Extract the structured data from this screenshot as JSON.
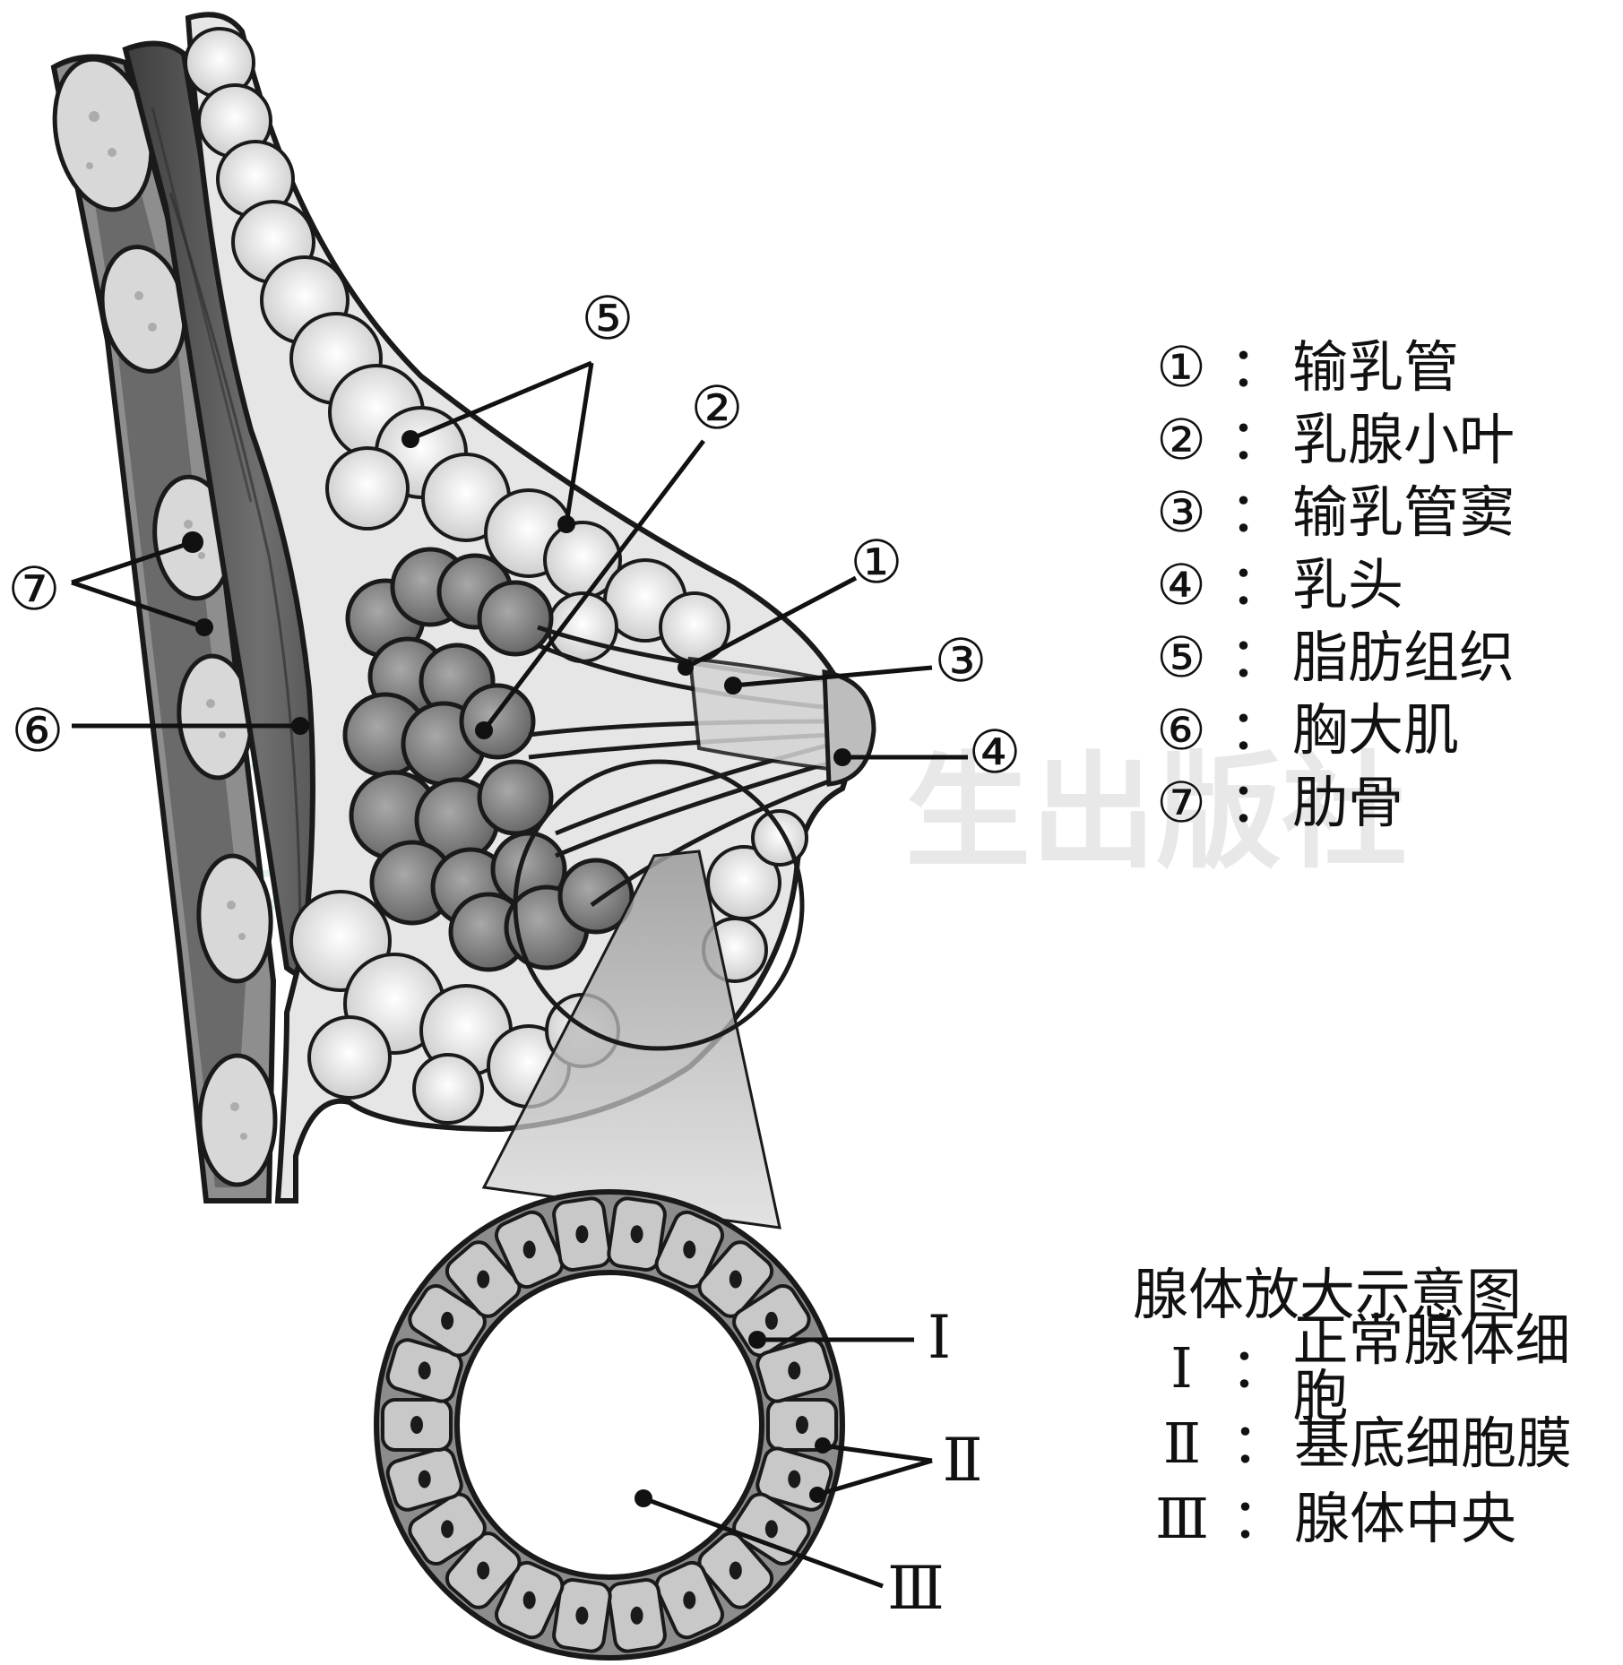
{
  "callouts": {
    "c1": "①",
    "c2": "②",
    "c3": "③",
    "c4": "④",
    "c5": "⑤",
    "c6": "⑥",
    "c7": "⑦",
    "r1": "Ⅰ",
    "r2": "Ⅱ",
    "r3": "Ⅲ"
  },
  "legend": {
    "separator": "：",
    "items": [
      {
        "num": "①",
        "label": "输乳管"
      },
      {
        "num": "②",
        "label": "乳腺小叶"
      },
      {
        "num": "③",
        "label": "输乳管窦"
      },
      {
        "num": "④",
        "label": "乳头"
      },
      {
        "num": "⑤",
        "label": "脂肪组织"
      },
      {
        "num": "⑥",
        "label": "胸大肌"
      },
      {
        "num": "⑦",
        "label": "肋骨"
      }
    ]
  },
  "gland_legend": {
    "title": "腺体放大示意图",
    "separator": "：",
    "items": [
      {
        "num": "Ⅰ",
        "label": "正常腺体细胞"
      },
      {
        "num": "Ⅱ",
        "label": "基底细胞膜"
      },
      {
        "num": "Ⅲ",
        "label": "腺体中央"
      }
    ]
  },
  "watermark": "生出版社",
  "colors": {
    "outline": "#1a1a1a",
    "muscle": "#5a5a5a",
    "fat": "#f2f2f2",
    "lobule": "#7a7a7a",
    "cell": "#c8c8c8",
    "skin": "#cfcfcf"
  }
}
